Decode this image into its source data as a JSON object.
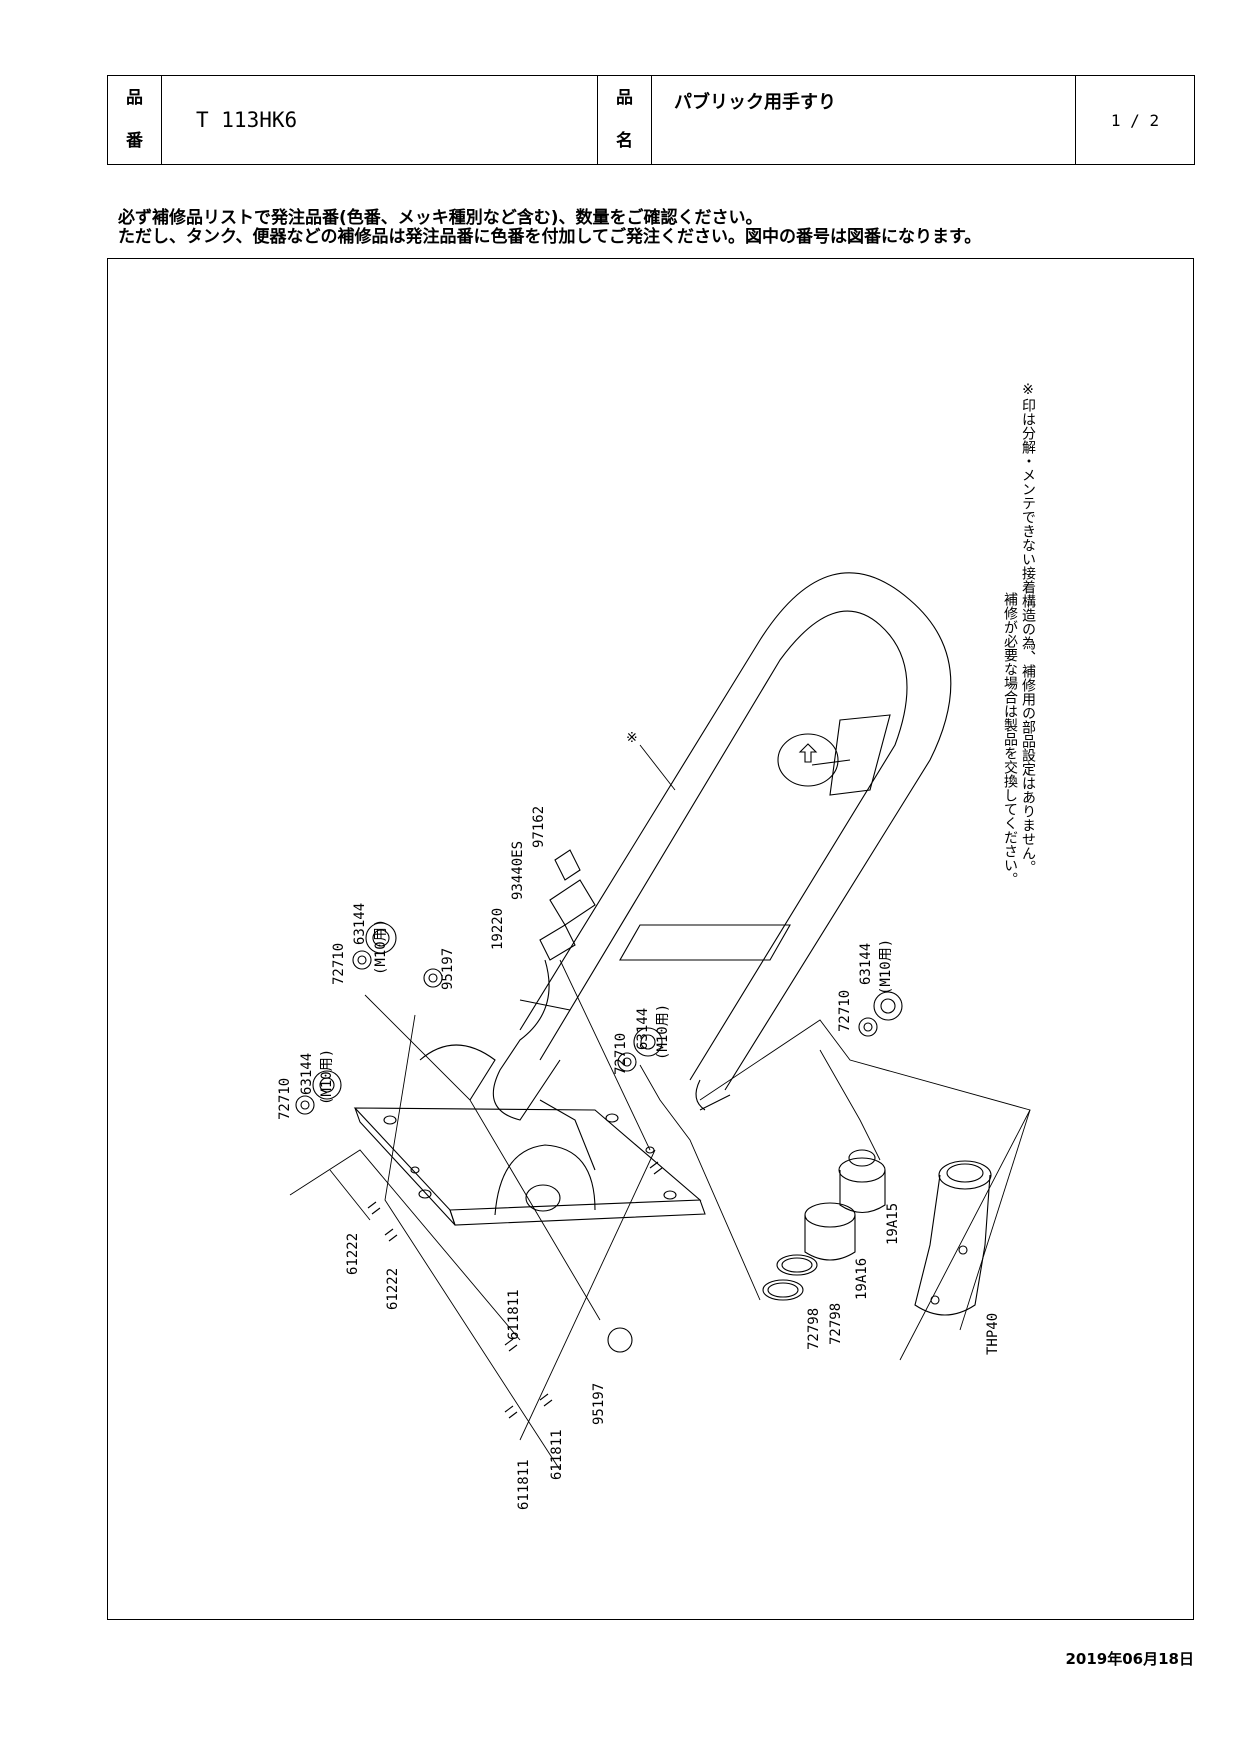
{
  "header": {
    "code_label_1": "品",
    "code_label_2": "番",
    "code": "T 113HK6",
    "name_label_1": "品",
    "name_label_2": "名",
    "name": "パブリック用手すり",
    "page": "1 / 2"
  },
  "notes": {
    "line1": "必ず補修品リストで発注品番(色番、メッキ種別など含む)、数量をご確認ください。",
    "line2": "ただし、タンク、便器などの補修品は発注品番に色番を付加してご発注ください。図中の番号は図番になります。"
  },
  "drawing": {
    "side_note_1": "※印は分解・メンテできない接着構造の為、補修用の部品設定はありません。",
    "side_note_2": "補修が必要な場合は製品を交換してください。",
    "marker": "※",
    "labels": [
      {
        "id": "97162",
        "text": "97162"
      },
      {
        "id": "93440ES",
        "text": "93440ES"
      },
      {
        "id": "19220",
        "text": "19220"
      },
      {
        "id": "95197-top",
        "text": "95197"
      },
      {
        "id": "63144-a",
        "text": "63144"
      },
      {
        "id": "m10-a",
        "text": "(M10用)"
      },
      {
        "id": "72710-a",
        "text": "72710"
      },
      {
        "id": "63144-b",
        "text": "63144"
      },
      {
        "id": "m10-b",
        "text": "(M10用)"
      },
      {
        "id": "72710-b",
        "text": "72710"
      },
      {
        "id": "63144-c",
        "text": "63144"
      },
      {
        "id": "m10-c",
        "text": "(M10用)"
      },
      {
        "id": "72710-c",
        "text": "72710"
      },
      {
        "id": "63144-d",
        "text": "63144"
      },
      {
        "id": "m10-d",
        "text": "(M10用)"
      },
      {
        "id": "72710-d",
        "text": "72710"
      },
      {
        "id": "61222-a",
        "text": "61222"
      },
      {
        "id": "61222-b",
        "text": "61222"
      },
      {
        "id": "611811-a",
        "text": "611811"
      },
      {
        "id": "611811-b",
        "text": "611811"
      },
      {
        "id": "611811-c",
        "text": "611811"
      },
      {
        "id": "95197-bottom",
        "text": "95197"
      },
      {
        "id": "19A15",
        "text": "19A15"
      },
      {
        "id": "19A16",
        "text": "19A16"
      },
      {
        "id": "72798-a",
        "text": "72798"
      },
      {
        "id": "72798-b",
        "text": "72798"
      },
      {
        "id": "THP40",
        "text": "THP40"
      }
    ]
  },
  "footer": {
    "date": "2019年06月18日"
  }
}
